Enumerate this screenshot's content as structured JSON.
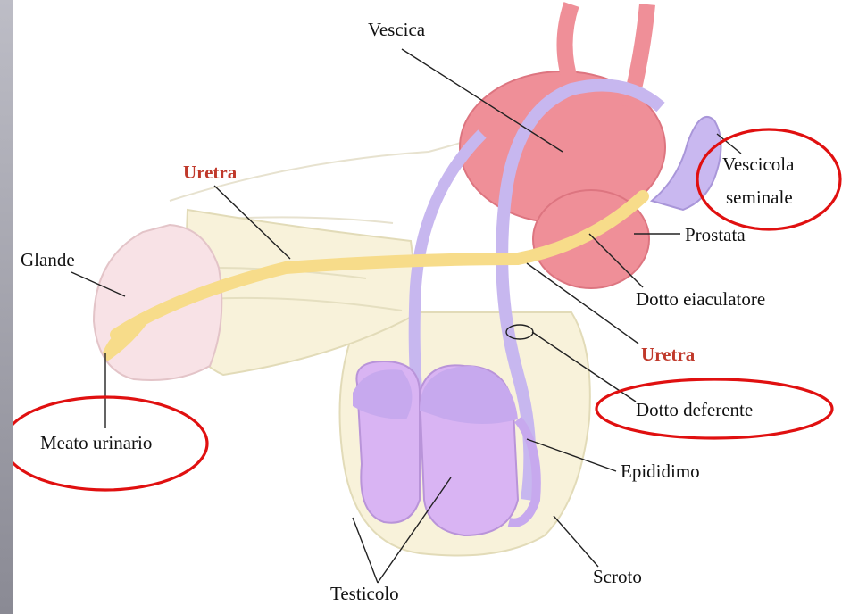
{
  "labels": {
    "vescica": "Vescica",
    "uretra_top": "Uretra",
    "vescicola_line1": "Vescicola",
    "vescicola_line2": "seminale",
    "glande": "Glande",
    "prostata": "Prostata",
    "dotto_eiaculatore": "Dotto eiaculatore",
    "uretra_right": "Uretra",
    "dotto_deferente": "Dotto deferente",
    "meato_urinario": "Meato urinario",
    "epididimo": "Epididimo",
    "testicolo": "Testicolo",
    "scroto": "Scroto"
  },
  "colors": {
    "highlight_circle": "#e01010",
    "red_label": "#c0392b",
    "bladder": "#ef8f98",
    "urethra": "#f7dc8a",
    "vas_deferens": "#c7b7ef",
    "testis": "#d8b4f2",
    "skin": "#f7f0d8"
  }
}
